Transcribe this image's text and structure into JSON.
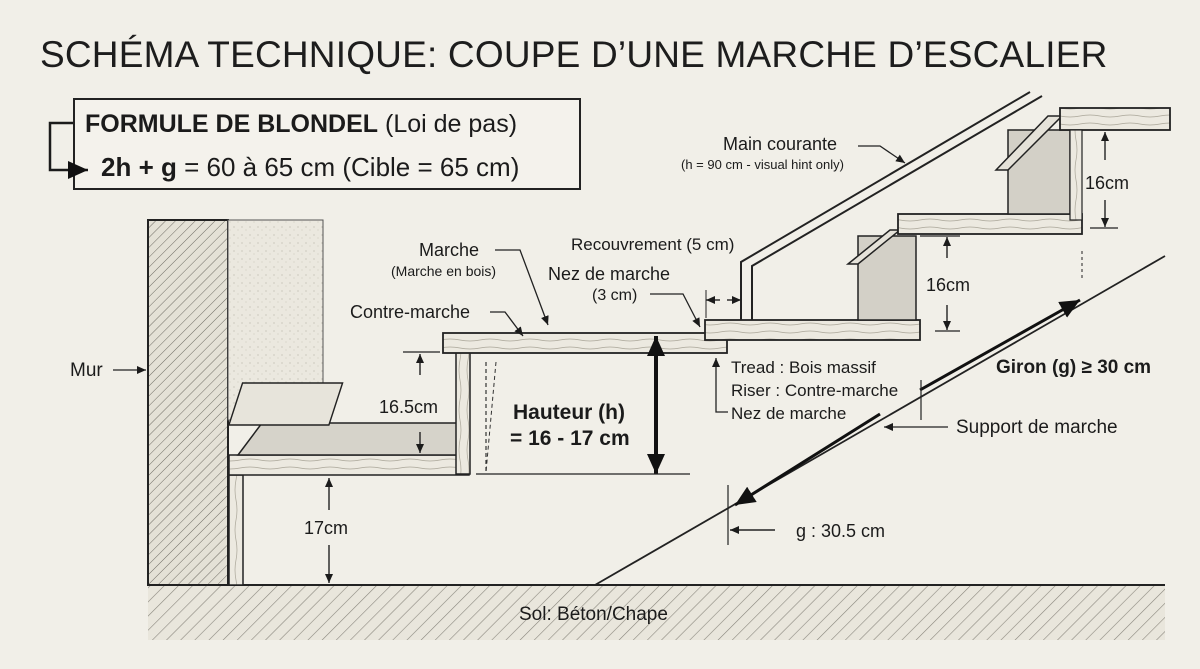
{
  "title": "SCHÉMA TECHNIQUE: COUPE D’UNE MARCHE D’ESCALIER",
  "formula": {
    "name": "FORMULE DE BLONDEL",
    "subtitle": "(Loi de pas)",
    "lhs": "2h + g",
    "rhs": "= 60 à 65 cm (Cible = 65 cm)"
  },
  "labels": {
    "mur": "Mur",
    "marche": "Marche",
    "marche_sub": "(Marche en bois)",
    "contre_marche": "Contre-marche",
    "recouvrement": "Recouvrement (5 cm)",
    "nez": "Nez de marche",
    "nez_sub": "(3 cm)",
    "main_courante": "Main courante",
    "main_courante_sub": "(h = 90 cm - visual hint only)",
    "dim_16_top": "16cm",
    "dim_16_mid": "16cm",
    "dim_165": "16.5cm",
    "dim_17": "17cm",
    "hauteur_1": "Hauteur (h)",
    "hauteur_2": "= 16 - 17 cm",
    "tread": "Tread : Bois massif",
    "riser": "Riser : Contre-marche",
    "nez2": "Nez de marche",
    "giron": "Giron (g) ≥ 30 cm",
    "support": "Support de marche",
    "g_val": "g : 30.5 cm",
    "sol": "Sol: Béton/Chape"
  }
}
